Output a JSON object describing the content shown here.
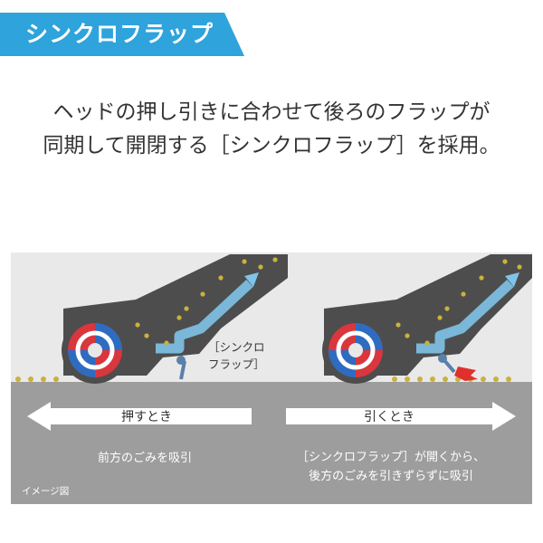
{
  "banner": {
    "title": "シンクロフラップ",
    "color": "#2ea3dc"
  },
  "headline": {
    "line1": "ヘッドの押し引きに合わせて後ろのフラップが",
    "line2": "同期して開閉する［シンクロフラップ］を採用。"
  },
  "illustration": {
    "flap_callout": {
      "line1": "［シンクロ",
      "line2": "フラップ］"
    },
    "push": {
      "arrow_label": "押すとき",
      "caption": "前方のごみを吸引"
    },
    "pull": {
      "arrow_label": "引くとき",
      "caption_line1": "［シンクロフラップ］が開くから、",
      "caption_line2": "後方のごみを引きずらずに吸引"
    },
    "note": "イメージ図",
    "colors": {
      "background": "#e9e9e9",
      "floor": "#9d9d9d",
      "body": "#4d4d4d",
      "brush_red": "#d9363e",
      "brush_blue": "#2d6cc0",
      "airflow": "#7fc3e8",
      "dust": "#c9b23c",
      "flap_arrow": "#e0302c"
    }
  }
}
